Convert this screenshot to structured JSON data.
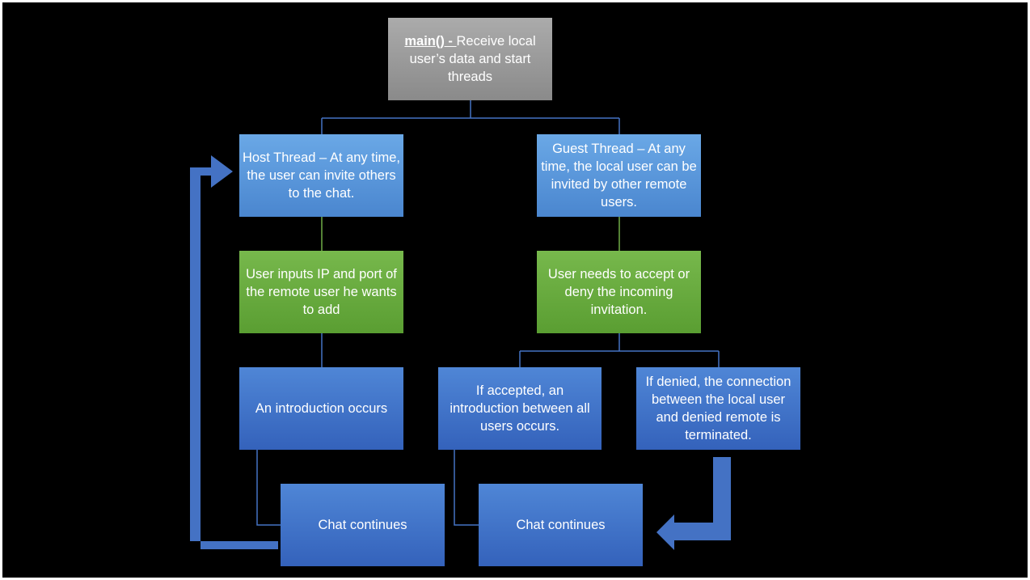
{
  "colors": {
    "background": "#000000",
    "root_box": "#9b9b9b",
    "thread_box": "#5b9bd5",
    "action_box": "#70ad47",
    "outcome_box": "#4472c4",
    "connector": "#4472c4",
    "connector_green": "#70ad47",
    "arrow": "#4472c4"
  },
  "nodes": {
    "main": {
      "func": "main() - ",
      "text": "Receive local user’s data and start threads"
    },
    "host_thread": {
      "text": "Host Thread – At any time, the user can invite others to the chat."
    },
    "guest_thread": {
      "text": "Guest Thread – At any time, the local user can be invited by other remote users."
    },
    "host_input": {
      "text": "User inputs IP and port of the remote user he wants to add"
    },
    "guest_accept": {
      "text": "User needs to accept or deny the incoming invitation."
    },
    "host_intro": {
      "text": "An introduction occurs"
    },
    "accepted": {
      "text": "If accepted, an introduction between all users occurs."
    },
    "denied": {
      "text": "If denied, the connection between the local user and denied remote is terminated."
    },
    "host_chat": {
      "text": "Chat continues"
    },
    "guest_chat": {
      "text": "Chat continues"
    }
  },
  "icons": [
    "loop-back-arrow-icon",
    "bent-arrow-icon"
  ]
}
